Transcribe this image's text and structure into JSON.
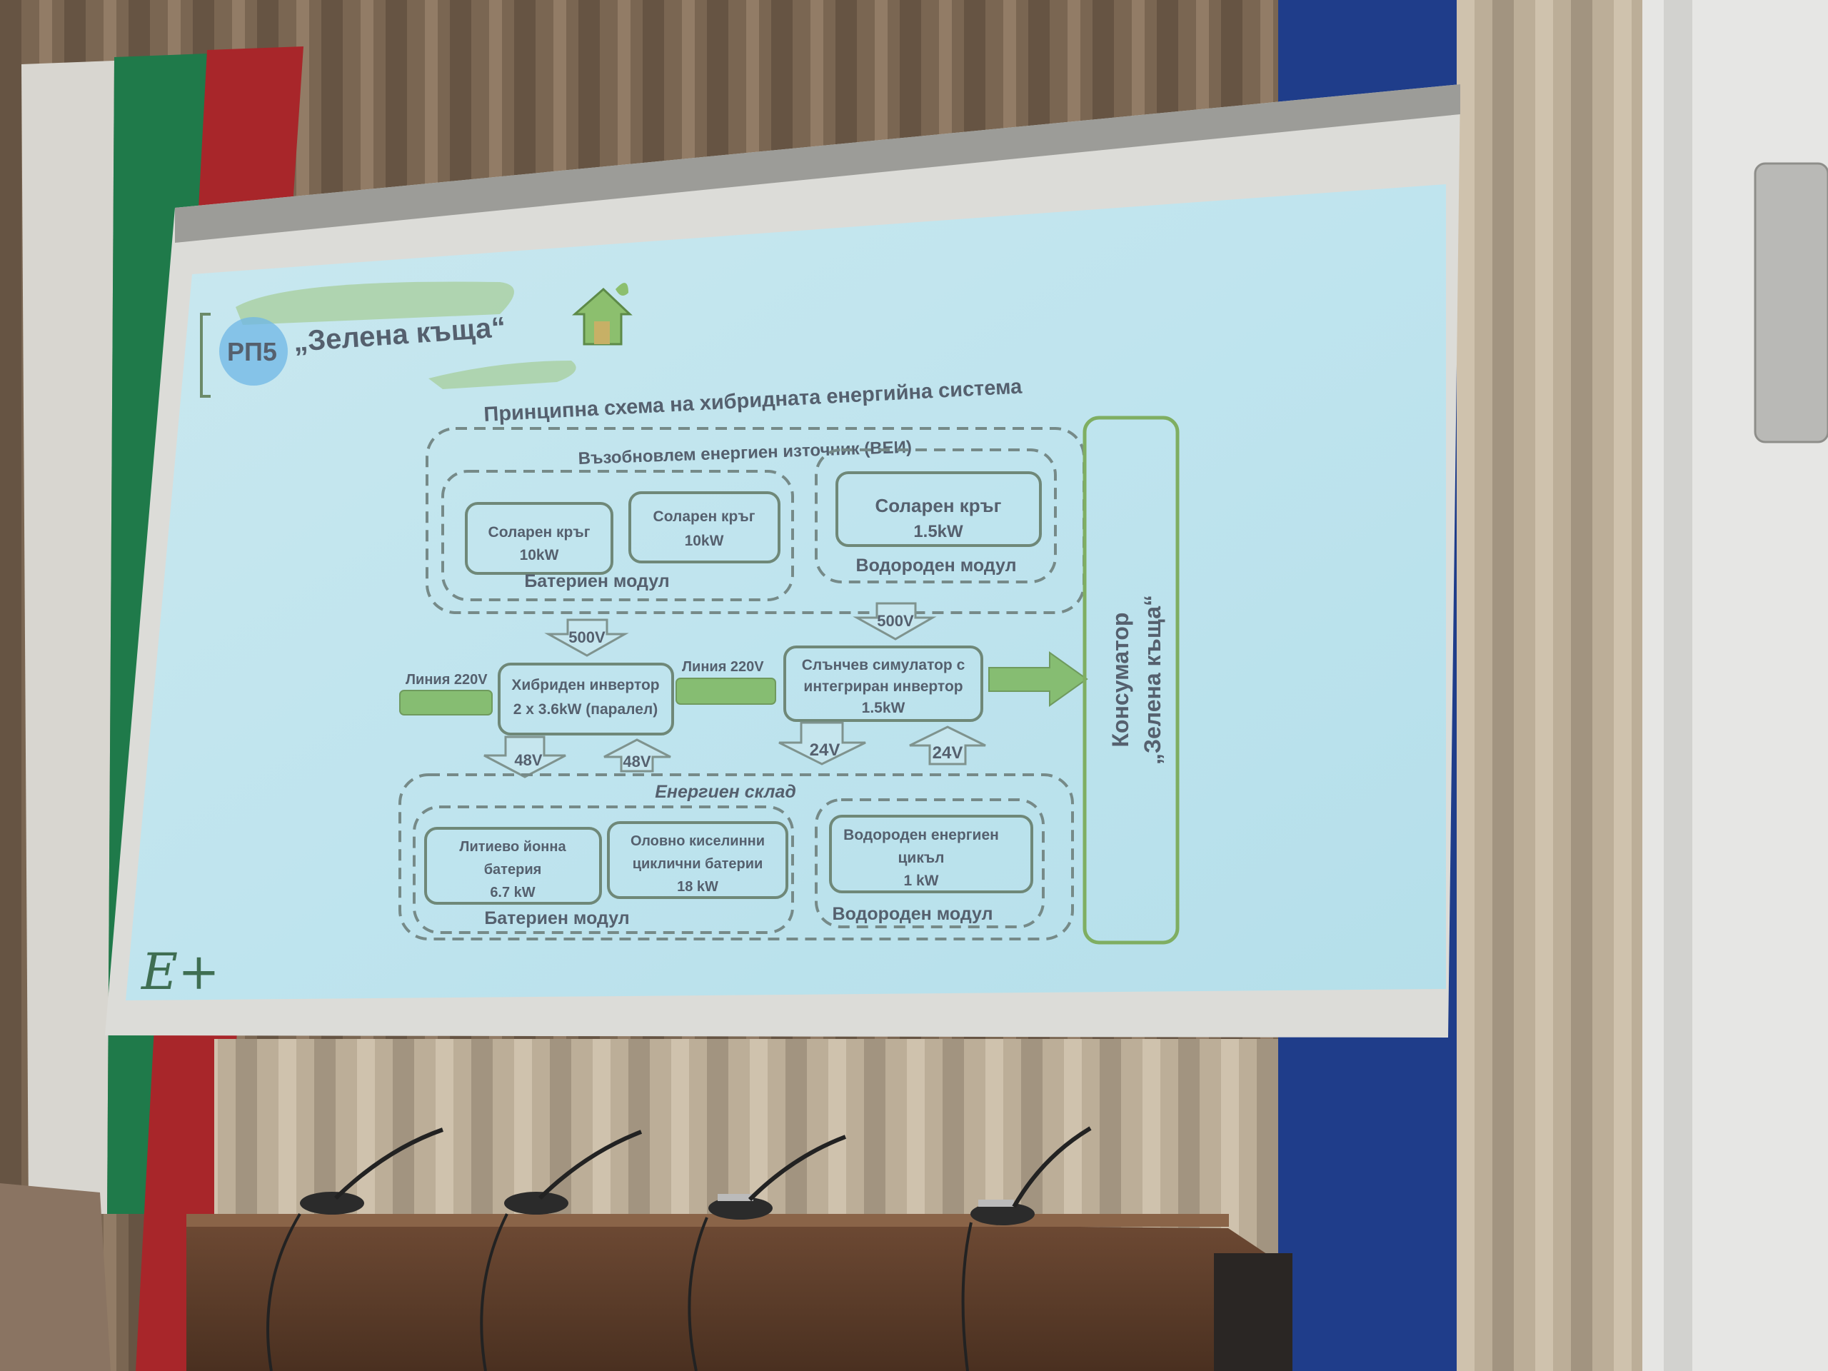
{
  "slide": {
    "header": {
      "code": "РП5",
      "title": "„Зелена къща“",
      "icon": "green-house-icon"
    },
    "subtitle": "Принципна схема на хибридната енергийна система",
    "renewable_source": {
      "label": "Възобновлем енергиен източник (ВЕИ)",
      "battery_module": {
        "label": "Батериен модул",
        "boxes": [
          {
            "line1": "Соларен кръг",
            "line2": "10kW"
          },
          {
            "line1": "Соларен кръг",
            "line2": "10kW"
          }
        ]
      },
      "hydrogen_module": {
        "label": "Водороден модул",
        "box": {
          "line1": "Соларен кръг",
          "line2": "1.5kW"
        }
      }
    },
    "voltages": {
      "to_inverter": "500V",
      "to_simulator": "500V",
      "inverter_down": "48V",
      "inverter_up": "48V",
      "simulator_down": "24V",
      "simulator_up": "24V"
    },
    "lines": {
      "line_in": "Линия 220V",
      "line_mid": "Линия 220V"
    },
    "hybrid_inverter": {
      "line1": "Хибриден инвертор",
      "line2": "2 x 3.6kW (паралел)"
    },
    "solar_simulator": {
      "line1": "Слънчев симулатор с",
      "line2": "интегриран инвертор",
      "line3": "1.5kW"
    },
    "energy_storage": {
      "label": "Енергиен склад",
      "battery_module": {
        "label": "Батериен модул",
        "boxes": [
          {
            "line1": "Литиево йонна",
            "line2": "батерия",
            "line3": "6.7 kW"
          },
          {
            "line1": "Оловно киселинни",
            "line2": "циклични батерии",
            "line3": "18 kW"
          }
        ]
      },
      "hydrogen_module": {
        "label": "Водороден модул",
        "box": {
          "line1": "Водороден енергиен",
          "line2": "цикъл",
          "line3": "1 kW"
        }
      }
    },
    "consumer": {
      "line1": "Консуматор",
      "line2": "„Зелена къща“"
    },
    "logo_text": "E+"
  },
  "colors": {
    "slide_bg": "#c4e6ef",
    "accent_green": "#86bd72",
    "text": "#55606e",
    "badge_blue": "#4aa3e0"
  }
}
